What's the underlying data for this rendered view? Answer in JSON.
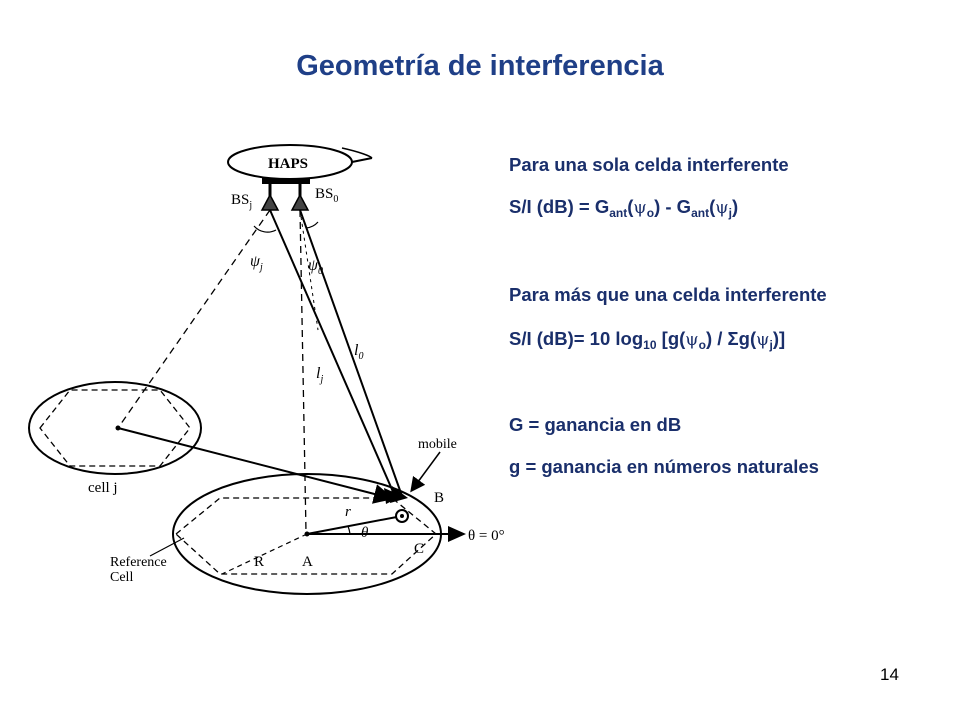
{
  "slide": {
    "title": "Geometría de interferencia",
    "page_number": "14"
  },
  "text": {
    "single_heading": "Para una sola celda interferente",
    "single_formula": {
      "prefix": "S/I (dB) =  G",
      "sub1": "ant",
      "paren_open": "(",
      "psi": "ψ",
      "sub_o": "o",
      "middle": ") - G",
      "sub2": "ant",
      "psi2": "ψ",
      "sub_j": "j",
      "close": ")"
    },
    "multi_heading": "Para más que una celda interferente",
    "multi_formula": {
      "prefix": "S/I (dB)= 10 log",
      "sub_10": "10",
      "part2": " [g(",
      "psi": "ψ",
      "sub_o": "o",
      "part3": ") / Σg(",
      "psi2": "ψ",
      "sub_j": "j",
      "part4": ")]"
    },
    "def_G": "G = ganancia en dB",
    "def_g": "g = ganancia en números naturales"
  },
  "diagram": {
    "haps_label": "HAPS",
    "bs_j": "BS",
    "bs_j_sub": "j",
    "bs_0": "BS",
    "bs_0_sub": "0",
    "psi_j": "ψ",
    "psi_j_sub": "j",
    "psi_0": "ψ",
    "psi_0_sub": "0",
    "l_j": "l",
    "l_j_sub": "j",
    "l_0": "l",
    "l_0_sub": "0",
    "mobile": "mobile",
    "cell_j": "cell j",
    "point_B": "B",
    "point_A": "A",
    "point_C": "C",
    "point_R": "R",
    "point_r": "r",
    "theta": "θ",
    "theta_zero": "θ = 0°",
    "reference_cell_1": "Reference",
    "reference_cell_2": "Cell"
  },
  "colors": {
    "title": "#1f3f87",
    "body_text": "#1a2f6b"
  }
}
